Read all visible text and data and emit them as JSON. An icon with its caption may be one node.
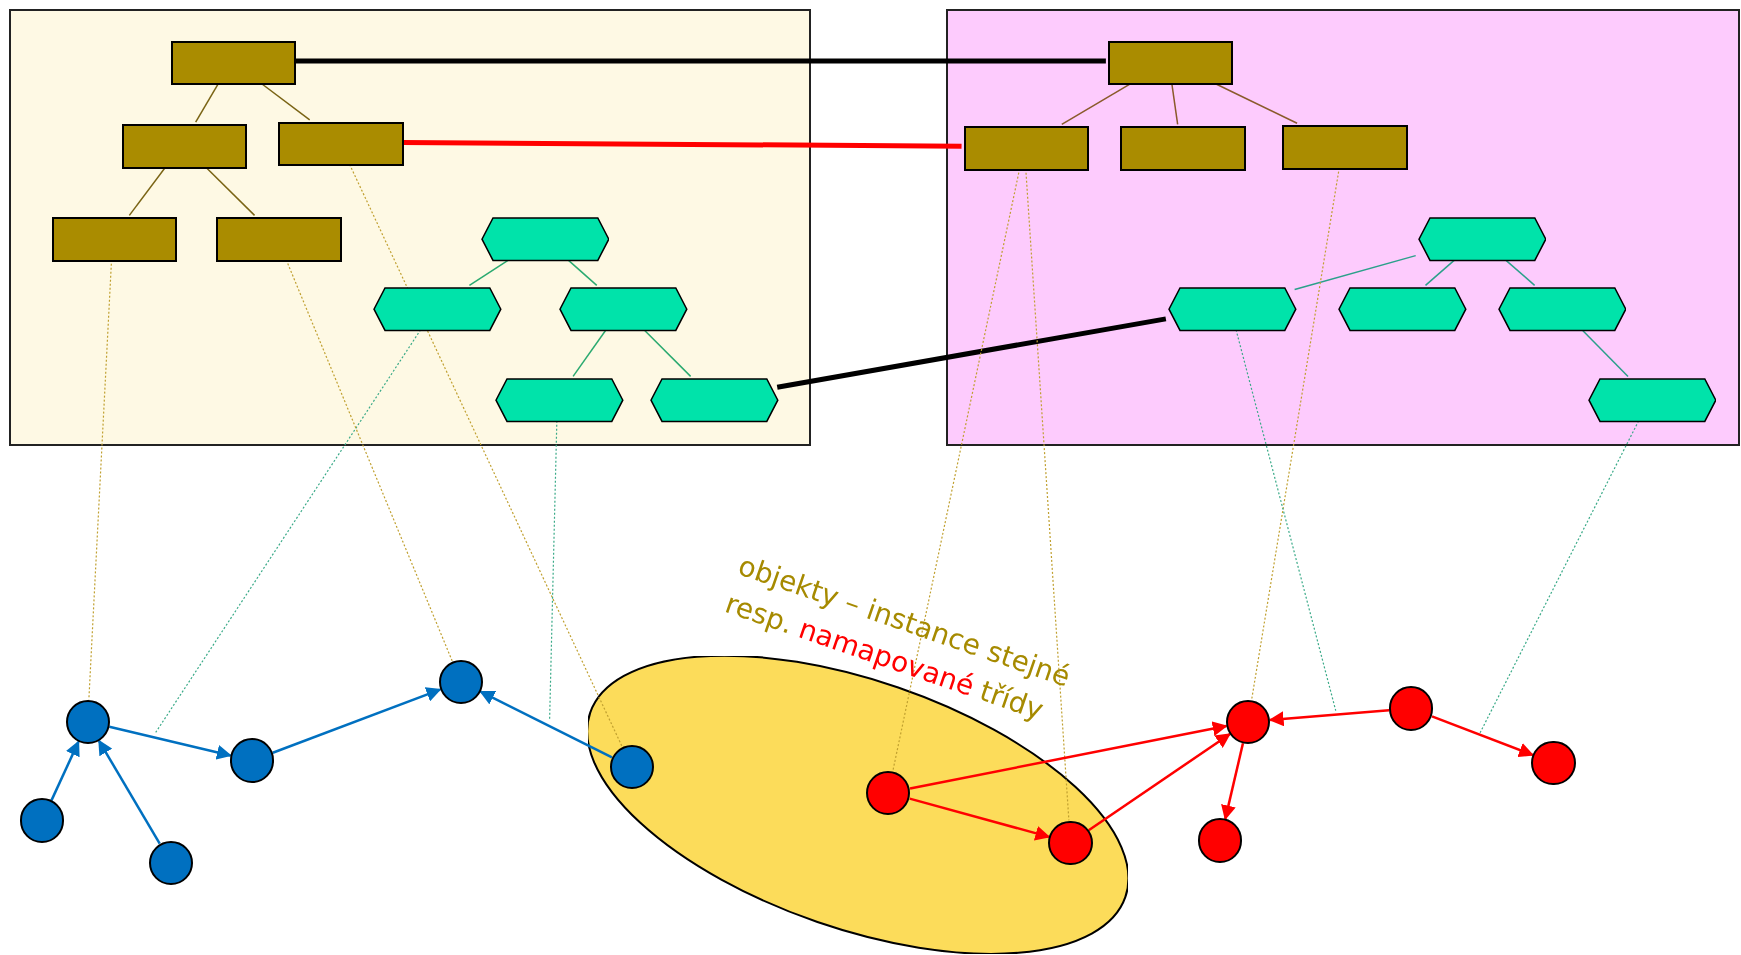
{
  "diagram": {
    "nodes": [
      {
        "text": [],
        "shape": "box"
      },
      {
        "text": [],
        "shape": "box"
      },
      {
        "text": [],
        "shape": "box",
        "in": 0
      },
      {
        "text": [],
        "shape": "box",
        "in": 1
      },
      {
        "text": [],
        "shape": "box",
        "in": 0
      },
      {
        "text": [],
        "shape": "box",
        "in": 0
      },
      {
        "text": [],
        "shape": "box",
        "in": 1
      },
      {
        "text": [],
        "shape": "box",
        "in": 1
      },
      {
        "text": [],
        "shape": "box",
        "in": 1
      },
      {
        "text": [],
        "shape": "box",
        "in": 0
      },
      {
        "text": [],
        "shape": "box",
        "in": 0
      },
      {
        "text": [],
        "shape": "hexagon",
        "in": 0
      },
      {
        "text": [],
        "shape": "hexagon",
        "in": 1
      },
      {
        "text": [],
        "shape": "hexagon",
        "in": 0
      },
      {
        "text": [],
        "shape": "hexagon",
        "in": 0
      },
      {
        "text": [],
        "shape": "hexagon",
        "in": 1
      },
      {
        "text": [],
        "shape": "hexagon",
        "in": 1
      },
      {
        "text": [],
        "shape": "hexagon",
        "in": 1
      },
      {
        "text": [],
        "shape": "hexagon",
        "in": 0
      },
      {
        "text": [],
        "shape": "hexagon",
        "in": 0
      },
      {
        "text": [],
        "shape": "hexagon",
        "in": 1
      },
      {
        "text": [],
        "shape": "ellipse"
      },
      {
        "text": [],
        "shape": "circle"
      },
      {
        "text": [],
        "shape": "circle"
      },
      {
        "text": [],
        "shape": "circle"
      },
      {
        "text": [],
        "shape": "circle"
      },
      {
        "text": [],
        "shape": "circle"
      },
      {
        "text": [],
        "shape": "circle"
      },
      {
        "text": [],
        "shape": "circle",
        "in": 21
      },
      {
        "text": [],
        "shape": "circle",
        "in": 21
      },
      {
        "text": [],
        "shape": "circle"
      },
      {
        "text": [],
        "shape": "circle"
      },
      {
        "text": [],
        "shape": "circle",
        "in": 21
      },
      {
        "text": [],
        "shape": "circle"
      }
    ],
    "edges": [
      {
        "from": 2,
        "to": 3,
        "arrow": "none",
        "style": "thick",
        "color": "#000000"
      },
      {
        "from": 5,
        "to": 6,
        "arrow": "none",
        "style": "thick",
        "color": "#ff0000"
      },
      {
        "from": 19,
        "to": 15,
        "arrow": "none",
        "style": "thick",
        "color": "#000000"
      },
      {
        "from": 2,
        "to": 4,
        "arrow": "none",
        "color": "#7a6414"
      },
      {
        "from": 2,
        "to": 5,
        "arrow": "none",
        "color": "#7a6414"
      },
      {
        "from": 4,
        "to": 9,
        "arrow": "none",
        "color": "#7a6414"
      },
      {
        "from": 4,
        "to": 10,
        "arrow": "none",
        "color": "#7a6414"
      },
      {
        "from": 11,
        "to": 13,
        "arrow": "none",
        "color": "#2aaa70"
      },
      {
        "from": 11,
        "to": 14,
        "arrow": "none",
        "color": "#2aaa70"
      },
      {
        "from": 14,
        "to": 18,
        "arrow": "none",
        "color": "#2aaa70"
      },
      {
        "from": 14,
        "to": 19,
        "arrow": "none",
        "color": "#2aaa70"
      },
      {
        "from": 3,
        "to": 6,
        "arrow": "none",
        "color": "#8a5a2a"
      },
      {
        "from": 3,
        "to": 7,
        "arrow": "none",
        "color": "#8a5a2a"
      },
      {
        "from": 3,
        "to": 8,
        "arrow": "none",
        "color": "#8a5a2a"
      },
      {
        "from": 12,
        "to": 15,
        "arrow": "none",
        "color": "#2aa08a"
      },
      {
        "from": 12,
        "to": 16,
        "arrow": "none",
        "color": "#2aa08a"
      },
      {
        "from": 12,
        "to": 17,
        "arrow": "none",
        "color": "#2aa08a"
      },
      {
        "from": 17,
        "to": 20,
        "arrow": "none",
        "color": "#2aa08a"
      },
      {
        "from": 9,
        "to": 24,
        "arrow": "none",
        "style": "dashed",
        "color": "#c0a030"
      },
      {
        "from": 13,
        "to": null,
        "arrow": "none",
        "style": "dashed",
        "color": "#3aaa88"
      },
      {
        "from": 10,
        "to": 22,
        "arrow": "none",
        "style": "dashed",
        "color": "#c0a030"
      },
      {
        "from": 5,
        "to": 28,
        "arrow": "none",
        "style": "dashed",
        "color": "#c0a030"
      },
      {
        "from": 18,
        "to": null,
        "arrow": "none",
        "style": "dashed",
        "color": "#3aaa88"
      },
      {
        "from": 6,
        "to": 29,
        "arrow": "none",
        "style": "dashed",
        "color": "#c0a030"
      },
      {
        "from": 6,
        "to": 32,
        "arrow": "none",
        "style": "dashed",
        "color": "#c0a030"
      },
      {
        "from": 8,
        "to": 25,
        "arrow": "none",
        "style": "dashed",
        "color": "#c0a030"
      },
      {
        "from": 15,
        "to": null,
        "arrow": "none",
        "style": "dashed",
        "color": "#3aaa88"
      },
      {
        "from": 20,
        "to": null,
        "arrow": "none",
        "style": "dashed",
        "color": "#3aaa88"
      },
      {
        "from": 24,
        "to": 26,
        "arrow": "to",
        "color": "#0070c0"
      },
      {
        "from": 26,
        "to": 22,
        "arrow": "to",
        "color": "#0070c0"
      },
      {
        "from": 28,
        "to": 22,
        "arrow": "to",
        "color": "#0070c0"
      },
      {
        "from": 30,
        "to": 24,
        "arrow": "to",
        "color": "#0070c0"
      },
      {
        "from": 33,
        "to": 24,
        "arrow": "to",
        "color": "#0070c0"
      },
      {
        "from": 29,
        "to": 25,
        "arrow": "to",
        "color": "#ff0000"
      },
      {
        "from": 29,
        "to": 32,
        "arrow": "to",
        "color": "#ff0000"
      },
      {
        "from": 32,
        "to": 25,
        "arrow": "to",
        "color": "#ff0000"
      },
      {
        "from": 23,
        "to": 25,
        "arrow": "to",
        "color": "#ff0000"
      },
      {
        "from": 25,
        "to": 31,
        "arrow": "to",
        "color": "#ff0000"
      },
      {
        "from": 23,
        "to": 27,
        "arrow": "to",
        "color": "#ff0000"
      }
    ],
    "labels": [
      "objekty – instance stejné",
      "resp.",
      "namapované",
      "třídy"
    ]
  }
}
